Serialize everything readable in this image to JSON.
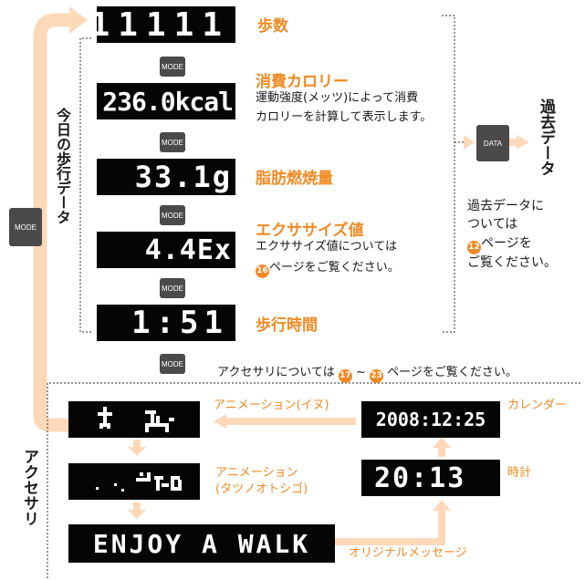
{
  "colors": {
    "accent": "#f08a24",
    "arrow": "#fdd9ba",
    "lcd": "#050505",
    "button": "#4a4a4a"
  },
  "buttons": {
    "mode": "MODE",
    "data": "DATA"
  },
  "side_labels": {
    "today": "今日の歩行データ",
    "past": "過去データ",
    "accessory": "アクセサリ"
  },
  "displays": {
    "steps": "11111",
    "calories": "236.0kcal",
    "fat": "33.1g",
    "exercise": "4.4Ex",
    "time": "1:51",
    "calendar": "2008:12:25",
    "clock": "20:13",
    "message": "ENJOY A WALK"
  },
  "items": {
    "steps_label": "歩数",
    "calories_label": "消費カロリー",
    "calories_desc_1": "運動強度(メッツ)によって消費",
    "calories_desc_2": "カロリーを計算して表示します。",
    "fat_label": "脂肪燃焼量",
    "exercise_label": "エクササイズ値",
    "exercise_desc_1": "エクササイズ値については",
    "exercise_page": "16",
    "exercise_desc_2": "ページをご覧ください。",
    "time_label": "歩行時間"
  },
  "past_note": {
    "line1": "過去データに",
    "line2": "ついては",
    "page": "12",
    "line3": "ページを",
    "line4": "ご覧ください。"
  },
  "accessory": {
    "note_pre": "アクセサリについては",
    "page_from": "17",
    "tilde": "~",
    "page_to": "23",
    "note_post": "ページをご覧ください。",
    "anim_dog_label": "アニメーション(イヌ)",
    "anim_seahorse_label_1": "アニメーション",
    "anim_seahorse_label_2": "(タツノオトシゴ)",
    "message_label": "オリジナルメッセージ",
    "calendar_label": "カレンダー",
    "clock_label": "時計"
  }
}
